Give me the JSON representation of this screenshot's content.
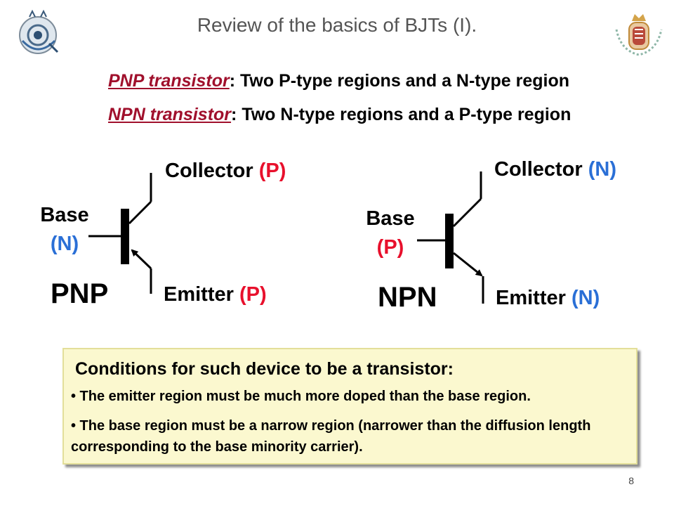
{
  "title": "Review of the basics of BJTs (I).",
  "definitions": {
    "pnp": {
      "term": "PNP transistor",
      "text": ": Two P-type regions and a N-type region"
    },
    "npn": {
      "term": "NPN transistor",
      "text": ": Two N-type regions and a P-type region"
    }
  },
  "pnp_diagram": {
    "name": "PNP",
    "collector": {
      "label": "Collector",
      "type": "(P)"
    },
    "base": {
      "label": "Base",
      "type": "(N)"
    },
    "emitter": {
      "label": "Emitter",
      "type": "(P)"
    }
  },
  "npn_diagram": {
    "name": "NPN",
    "collector": {
      "label": "Collector",
      "type": "(N)"
    },
    "base": {
      "label": "Base",
      "type": "(P)"
    },
    "emitter": {
      "label": "Emitter",
      "type": "(N)"
    }
  },
  "conditions": {
    "title": "Conditions  for such device to be a transistor:",
    "bullets": [
      "• The emitter region must be much more doped than the base region.",
      "• The base region must be a narrow region (narrower than the diffusion length corresponding to the base minority carrier)."
    ]
  },
  "page_number": "8",
  "colors": {
    "p_type": "#e8102c",
    "n_type": "#2a6fd6",
    "term": "#a0102c",
    "box_bg": "#fbf8cf"
  },
  "icons": {
    "left_logo": "electronics-emblem-icon",
    "right_logo": "university-crest-icon"
  }
}
